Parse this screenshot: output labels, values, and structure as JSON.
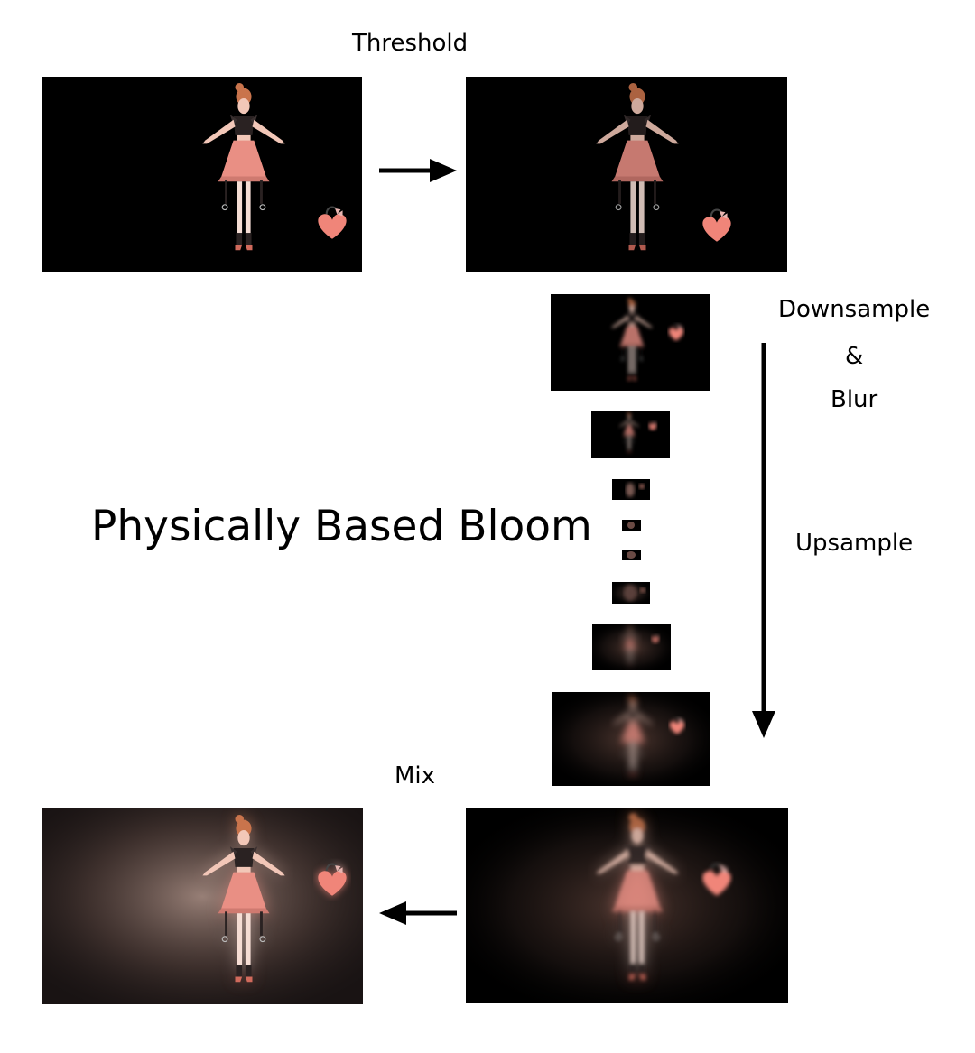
{
  "labels": {
    "threshold": "Threshold",
    "downsample": "Downsample",
    "amp": "&",
    "blur": "Blur",
    "upsample": "Upsample",
    "mix": "Mix",
    "title": "Physically Based Bloom"
  },
  "colors": {
    "background": "#ffffff",
    "frame": "#000000",
    "skin": "#f2c7b8",
    "skirt": "#e98f84",
    "heart": "#f08579",
    "hair": "#c9744c",
    "glow": "#8a6155"
  }
}
